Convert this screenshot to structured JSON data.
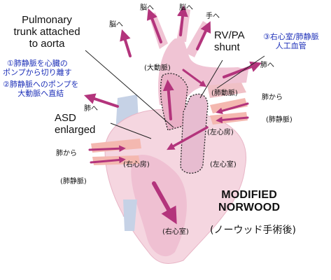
{
  "labels": {
    "brain_1": "脳へ",
    "brain_2": "脳へ",
    "brain_3": "脳へ",
    "hand": "手へ",
    "lung_right": "肺へ",
    "lung_left": "肺へ",
    "from_lung_right": "肺から",
    "from_lung_left": "肺から",
    "aorta": "(大動脈)",
    "pulmonary_artery": "(肺動脈)",
    "graft": "人工血管",
    "left_atrium": "(左心房)",
    "left_ventricle": "(左心室)",
    "right_atrium": "(右心房)",
    "right_ventricle": "(右心室)",
    "pulm_vein_right": "(肺静脈)",
    "pulm_vein_left": "(肺静脈)"
  },
  "annotations": {
    "pulmonary_trunk": [
      "Pulmonary",
      "trunk attached",
      "to aorta"
    ],
    "rvpa_shunt": [
      "RV/PA",
      "shunt"
    ],
    "asd": [
      "ASD",
      "enlarged"
    ],
    "step_1": [
      "①肺静脈を心臓の",
      "ポンプから切り離す"
    ],
    "step_2": [
      "②肺静脈へのポンプを",
      "大動脈へ直結"
    ],
    "step_3": [
      "③右心室/肺静脈",
      "人工血管"
    ]
  },
  "title": {
    "line1": "MODIFIED",
    "line2": "NORWOOD",
    "line3": "(ノーウッド手術後)"
  },
  "colors": {
    "arrow": "#b3347c",
    "blood_pink": "#f0c4d4",
    "heart_pink": "#f5d6e0",
    "vein_blue": "#c6d2e6",
    "lung_vessel": "#f4b8b0",
    "annotation_blue": "#1c2fb8"
  }
}
